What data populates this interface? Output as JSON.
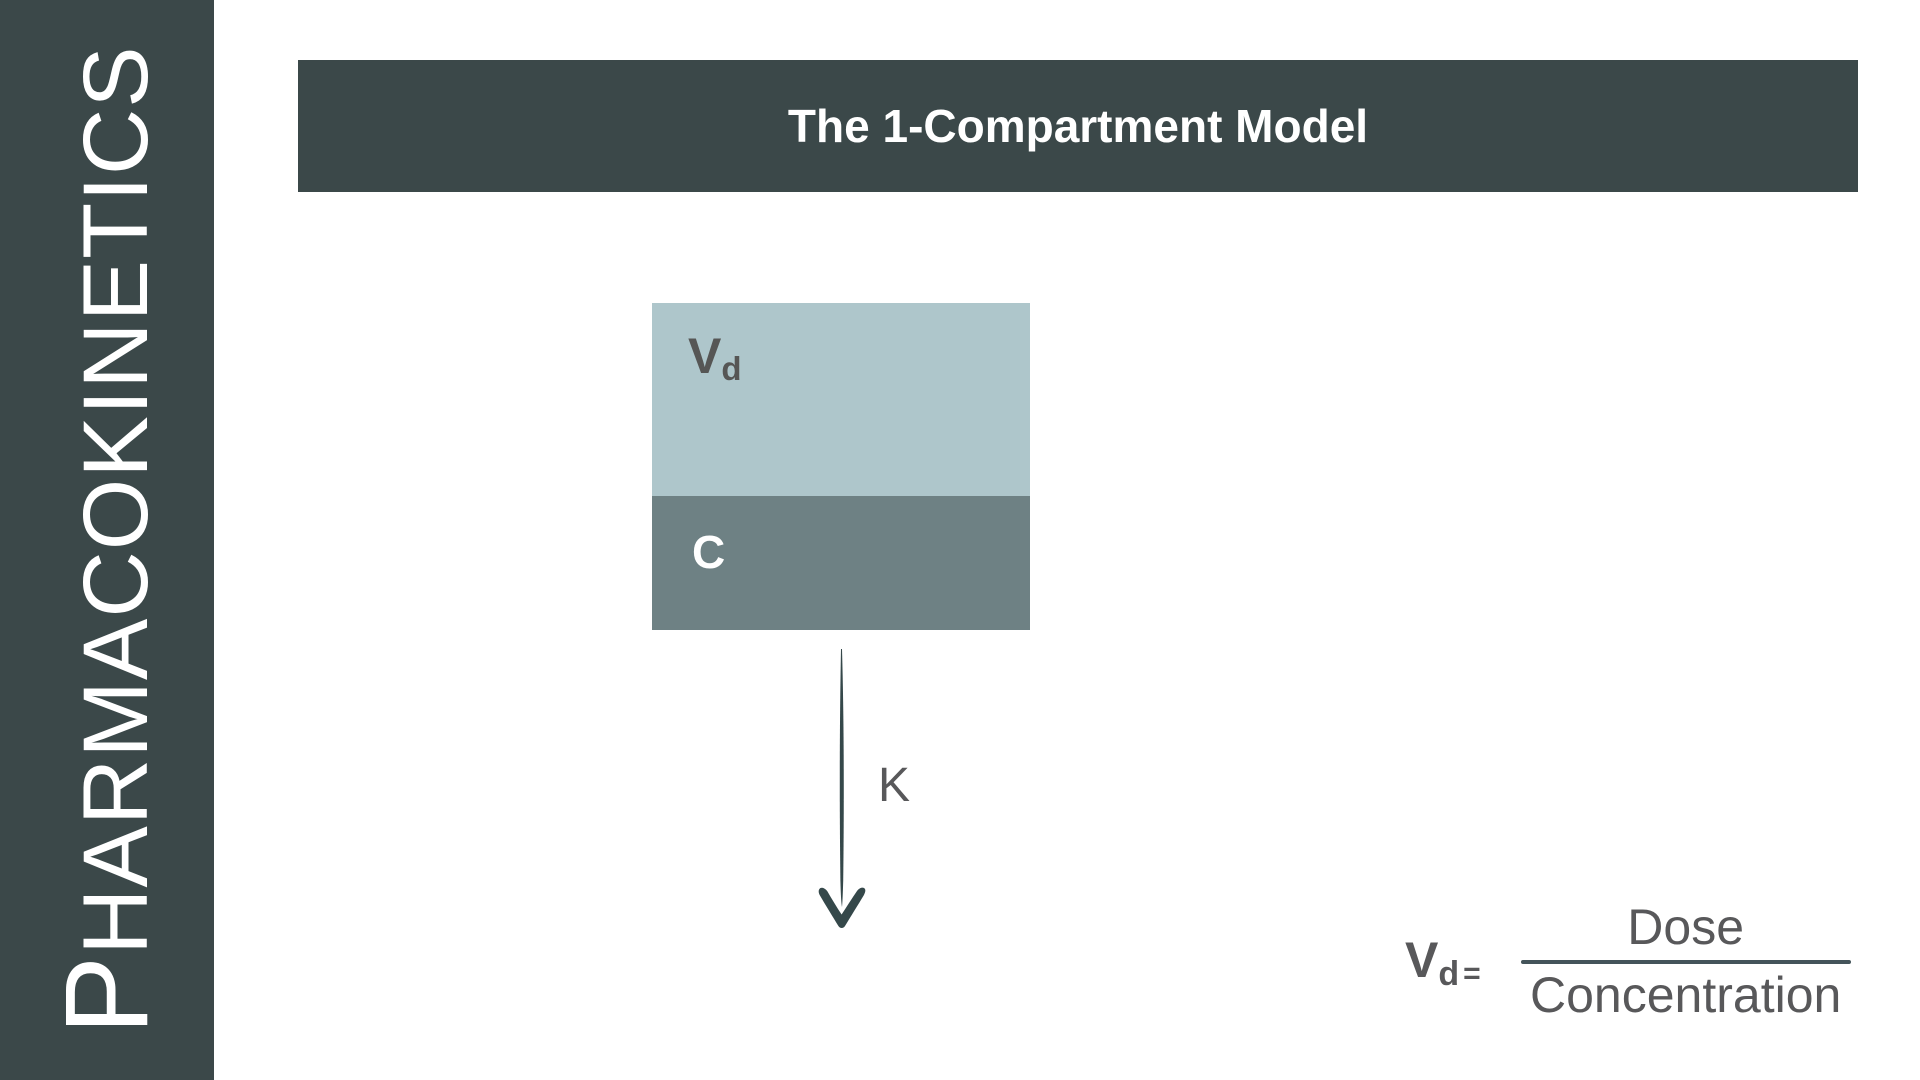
{
  "slide": {
    "background_color": "#ffffff",
    "accent_dark": "#3b4849",
    "accent_light_box": "#aec6cb",
    "accent_mid_box": "#6e8184",
    "text_gray": "#58585a"
  },
  "sidebar": {
    "label_full": "PHARMACOKINETICS",
    "label_first_letter": "P",
    "label_remainder": "HARMACOKINETICS",
    "orientation": "vertical-bottom-to-top",
    "background_color": "#3b4849",
    "text_color": "#ffffff"
  },
  "header": {
    "title": "The 1-Compartment Model",
    "background_color": "#3b4849",
    "text_color": "#ffffff"
  },
  "diagram": {
    "compartment": {
      "upper": {
        "label_main": "V",
        "label_sub": "d",
        "fill_color": "#aec6cb",
        "text_color": "#565655"
      },
      "lower": {
        "label_main": "C",
        "fill_color": "#6e8184",
        "text_color": "#ffffff"
      }
    },
    "elimination": {
      "arrow_direction": "down",
      "rate_label": "K",
      "stroke_color": "#3b4849"
    }
  },
  "formula": {
    "lhs_main": "V",
    "lhs_sub": "d",
    "equals": "=",
    "numerator": "Dose",
    "denominator": "Concentration",
    "bar_color": "#44545a",
    "text_color": "#58585a"
  }
}
